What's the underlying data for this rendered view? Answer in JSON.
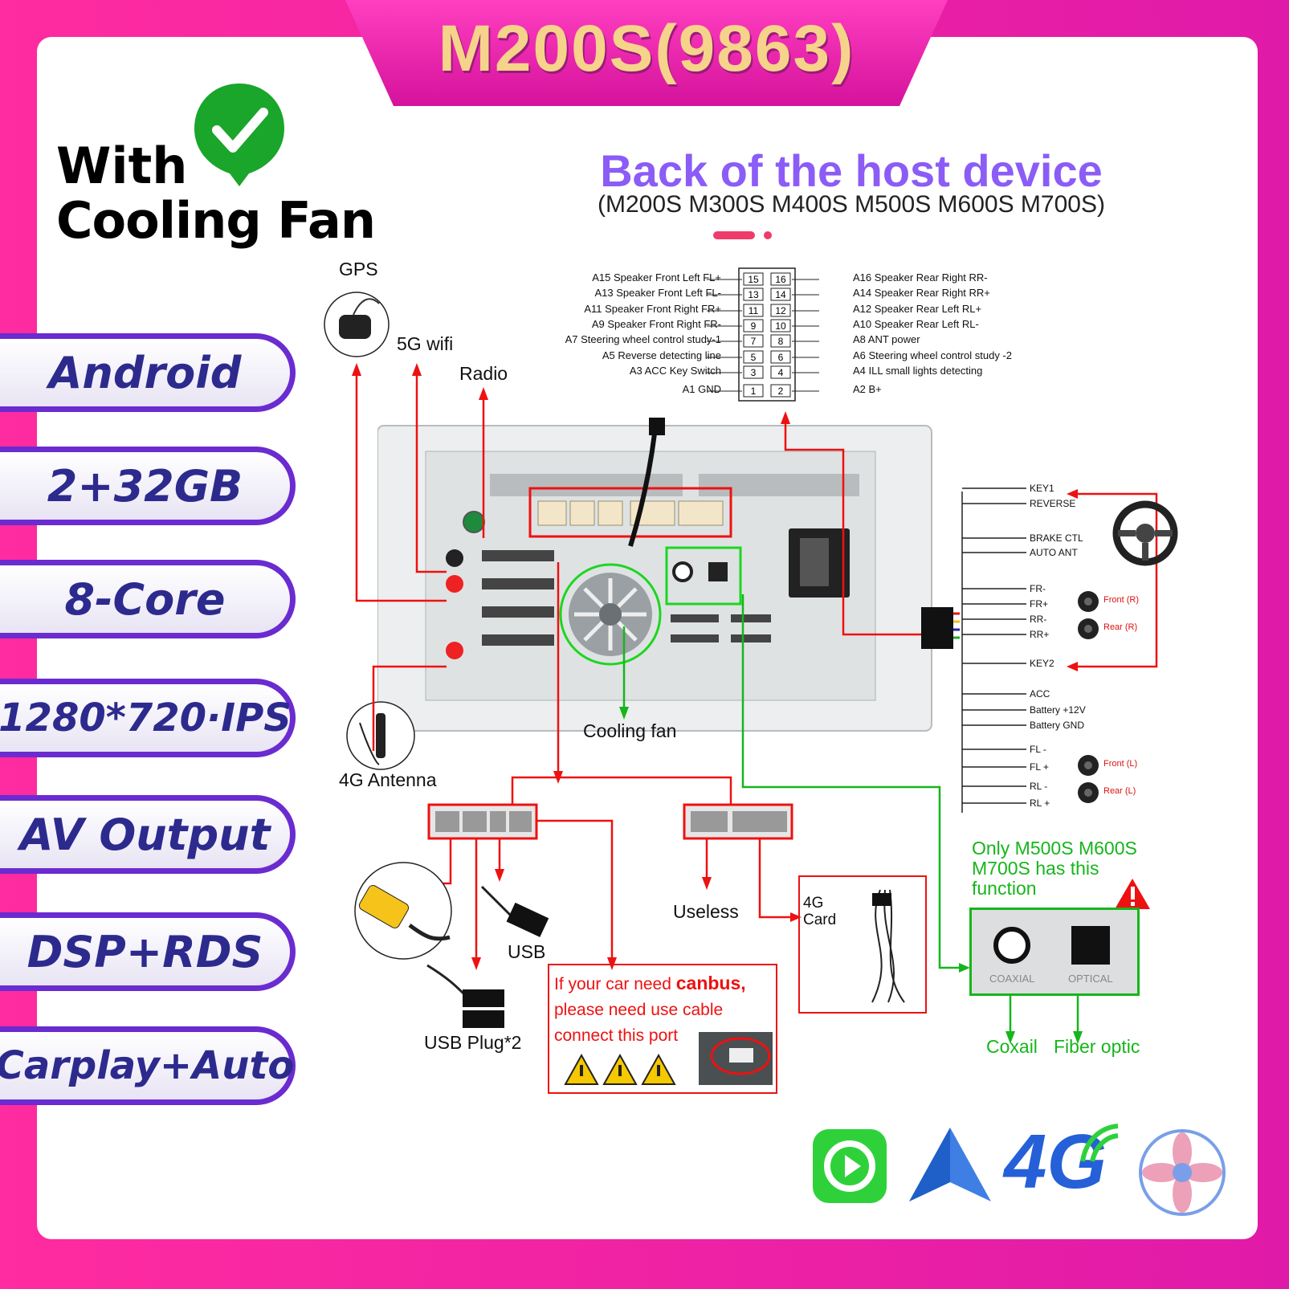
{
  "banner_title": "M200S(9863)",
  "cooling_badge": {
    "line1": "With",
    "line2": "Cooling Fan",
    "check_icon": "checkmark-icon"
  },
  "features": [
    "Android",
    "2+32GB",
    "8-Core",
    "1280*720·IPS",
    "AV Output",
    "DSP+RDS",
    "Carplay+Auto"
  ],
  "heading": {
    "title": "Back of the host device",
    "subtitle": "(M200S M300S M400S M500S M600S M700S)"
  },
  "antenna_labels": {
    "gps": "GPS",
    "wifi": "5G wifi",
    "radio": "Radio",
    "antenna_4g": "4G Antenna",
    "cooling_fan": "Cooling fan"
  },
  "pins_left": [
    {
      "label": "A15  Speaker Front Left FL+",
      "num": "15"
    },
    {
      "label": "A13  Speaker Front Left FL-",
      "num": "13"
    },
    {
      "label": "A11  Speaker Front Right FR+",
      "num": "11"
    },
    {
      "label": "A9   Speaker Front Right FR-",
      "num": "9"
    },
    {
      "label": "A7   Steering wheel control study-1",
      "num": "7"
    },
    {
      "label": "A5   Reverse detecting line",
      "num": "5"
    },
    {
      "label": "A3 ACC Key Switch",
      "num": "3"
    },
    {
      "label": "A1 GND",
      "num": "1"
    }
  ],
  "pins_right": [
    {
      "label": "A16 Speaker Rear Right RR-",
      "num": "16"
    },
    {
      "label": "A14 Speaker Rear Right RR+",
      "num": "14"
    },
    {
      "label": "A12 Speaker Rear Left RL+",
      "num": "12"
    },
    {
      "label": "A10 Speaker Rear Left RL-",
      "num": "10"
    },
    {
      "label": "A8   ANT power",
      "num": "8"
    },
    {
      "label": "A6   Steering wheel control study -2",
      "num": "6"
    },
    {
      "label": "A4   ILL small lights detecting",
      "num": "4"
    },
    {
      "label": "A2   B+",
      "num": "2"
    }
  ],
  "harness_wires": [
    "KEY1",
    "REVERSE",
    "BRAKE CTL",
    "AUTO ANT",
    "FR-",
    "FR+",
    "RR-",
    "RR+",
    "KEY2",
    "ACC",
    "Battery +12V",
    "Battery GND",
    "FL -",
    "FL +",
    "RL -",
    "RL +"
  ],
  "speakers": [
    "Front (R)",
    "Rear (R)",
    "Front (L)",
    "Rear (L)"
  ],
  "ports": {
    "usb": "USB",
    "usb_plug": "USB Plug*2",
    "useless": "Useless",
    "card_4g": "4G Card"
  },
  "canbus_note": {
    "line1_pre": "If your car need ",
    "line1_bold": "canbus,",
    "line2": "please need use cable",
    "line3": "connect this port"
  },
  "optical_note": {
    "line1": "Only M500S M600S",
    "line2": "M700S has this",
    "line3": "function",
    "coax_label": "Coxail",
    "fiber_label": "Fiber optic",
    "panel_coaxial": "COAXIAL",
    "panel_optical": "OPTICAL"
  },
  "bottom_icons": [
    "carplay-icon",
    "android-auto-icon",
    "4g-icon",
    "cooling-fan-logo-icon"
  ],
  "bottom_4g_text": "4G",
  "colors": {
    "pink": "#ff2ba0",
    "purple": "#6a2bd0",
    "wire_red": "#e11111",
    "wire_green": "#17b51c",
    "title_purple": "#8b5cf6"
  }
}
